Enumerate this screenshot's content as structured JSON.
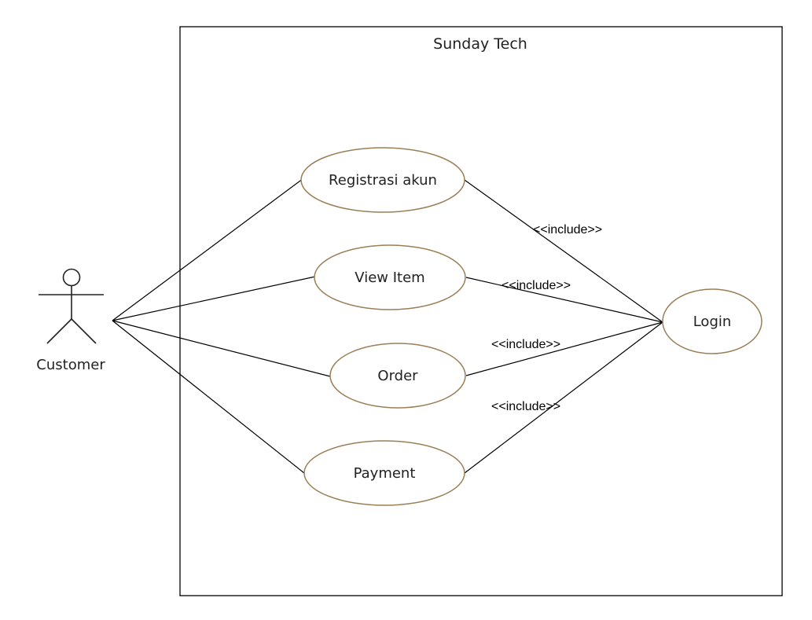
{
  "system": {
    "title": "Sunday Tech"
  },
  "actor": {
    "name": "Customer"
  },
  "use_cases": {
    "registrasi": "Registrasi akun",
    "view_item": "View Item",
    "order": "Order",
    "payment": "Payment",
    "login": "Login"
  },
  "relations": {
    "include_registrasi": "<<include>>",
    "include_view_item": "<<include>>",
    "include_order": "<<include>>",
    "include_payment": "<<include>>"
  },
  "colors": {
    "usecase_border": "#9a7f56",
    "line": "#000000",
    "boundary": "#000000"
  }
}
